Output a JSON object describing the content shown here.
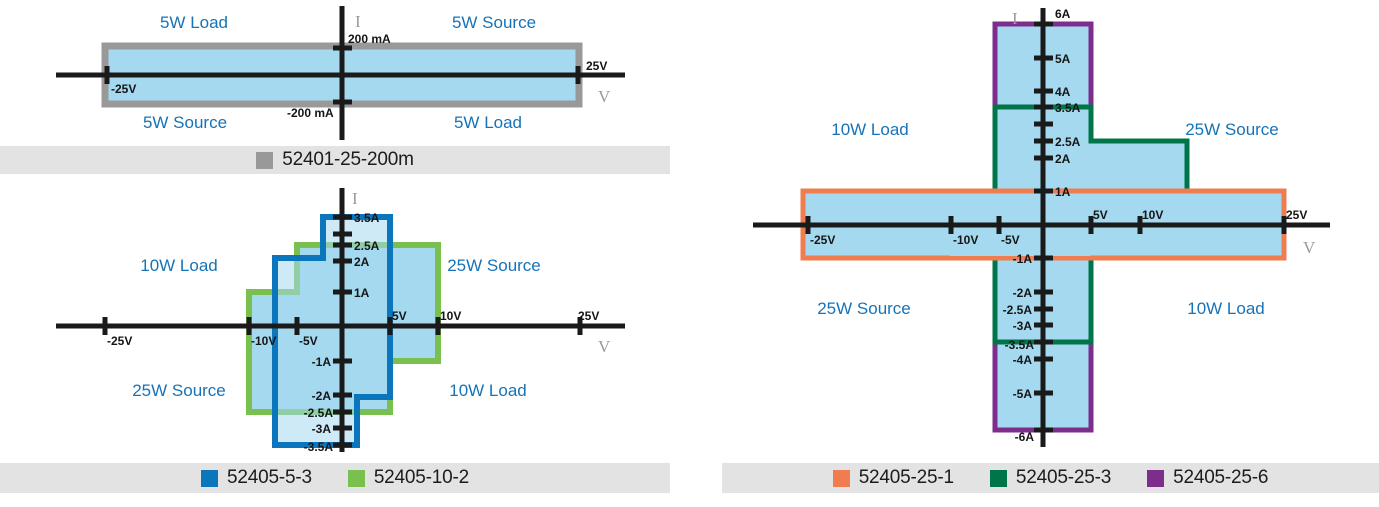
{
  "chart_data": [
    {
      "id": "chart-52401",
      "type": "area",
      "title": "",
      "xlabel": "V",
      "ylabel": "I",
      "xlim": [
        -28,
        28
      ],
      "ylim": [
        -0.28,
        0.28
      ],
      "grid": false,
      "legend_position": "bottom",
      "x_ticks": [
        {
          "value": -25,
          "label": "-25V"
        },
        {
          "value": 25,
          "label": "25V"
        }
      ],
      "y_ticks": [
        {
          "value": 0.2,
          "label": "200 mA"
        },
        {
          "value": -0.2,
          "label": "-200 mA"
        }
      ],
      "quadrant_labels": [
        {
          "text": "5W Load",
          "quadrant": "top-left"
        },
        {
          "text": "5W Source",
          "quadrant": "top-right"
        },
        {
          "text": "5W Source",
          "quadrant": "bottom-left"
        },
        {
          "text": "5W Load",
          "quadrant": "bottom-right"
        }
      ],
      "series": [
        {
          "name": "52401-25-200m",
          "color": "#999999",
          "fill": "#a4d9ef",
          "envelope": [
            {
              "v": -25,
              "i": 0.2
            },
            {
              "v": 25,
              "i": 0.2
            },
            {
              "v": 25,
              "i": -0.2
            },
            {
              "v": -25,
              "i": -0.2
            }
          ]
        }
      ],
      "legend": [
        {
          "label": "52401-25-200m",
          "color": "#999999"
        }
      ]
    },
    {
      "id": "chart-52405-5-10",
      "type": "area",
      "title": "",
      "xlabel": "V",
      "ylabel": "I",
      "xlim": [
        -28,
        28
      ],
      "ylim": [
        -4.0,
        4.0
      ],
      "grid": false,
      "legend_position": "bottom",
      "x_ticks": [
        {
          "value": -25,
          "label": "-25V"
        },
        {
          "value": -10,
          "label": "-10V"
        },
        {
          "value": -5,
          "label": "-5V"
        },
        {
          "value": 5,
          "label": "5V"
        },
        {
          "value": 10,
          "label": "10V"
        },
        {
          "value": 25,
          "label": "25V"
        }
      ],
      "y_ticks": [
        {
          "value": 3.5,
          "label": "3.5A"
        },
        {
          "value": 3.0,
          "label": ""
        },
        {
          "value": 2.5,
          "label": "2.5A"
        },
        {
          "value": 2.0,
          "label": "2A"
        },
        {
          "value": 1.0,
          "label": "1A"
        },
        {
          "value": -1.0,
          "label": "-1A"
        },
        {
          "value": -2.0,
          "label": "-2A"
        },
        {
          "value": -2.5,
          "label": "-2.5A"
        },
        {
          "value": -3.0,
          "label": "-3A"
        },
        {
          "value": -3.5,
          "label": "-3.5A"
        }
      ],
      "quadrant_labels": [
        {
          "text": "10W Load",
          "quadrant": "top-left"
        },
        {
          "text": "25W Source",
          "quadrant": "top-right"
        },
        {
          "text": "25W Source",
          "quadrant": "bottom-left"
        },
        {
          "text": "10W Load",
          "quadrant": "bottom-right"
        }
      ],
      "series": [
        {
          "name": "52405-5-3",
          "color": "#0b76bc",
          "fill": "#a4d9ef",
          "envelope": [
            {
              "v": -2,
              "i": 3.5
            },
            {
              "v": 5,
              "i": 3.5
            },
            {
              "v": 5,
              "i": -2.1
            },
            {
              "v": 1.5,
              "i": -2.1
            },
            {
              "v": 1.5,
              "i": -3.5
            },
            {
              "v": -5,
              "i": -3.5
            },
            {
              "v": -5,
              "i": 2.0
            },
            {
              "v": -2,
              "i": 2.0
            }
          ]
        },
        {
          "name": "52405-10-2",
          "color": "#7ac04f",
          "fill": "#a4d9ef",
          "envelope": [
            {
              "v": -5,
              "i": 2.5
            },
            {
              "v": 10,
              "i": 2.5
            },
            {
              "v": 10,
              "i": -1.05
            },
            {
              "v": 3,
              "i": -1.05
            },
            {
              "v": 3,
              "i": -2.55
            },
            {
              "v": -10,
              "i": -2.55
            },
            {
              "v": -10,
              "i": 1.0
            },
            {
              "v": -5,
              "i": 1.0
            }
          ]
        }
      ],
      "legend": [
        {
          "label": "52405-5-3",
          "color": "#0b76bc"
        },
        {
          "label": "52405-10-2",
          "color": "#7ac04f"
        }
      ]
    },
    {
      "id": "chart-52405-25",
      "type": "area",
      "title": "",
      "xlabel": "V",
      "ylabel": "I",
      "xlim": [
        -28,
        28
      ],
      "ylim": [
        -6.6,
        6.6
      ],
      "grid": false,
      "legend_position": "bottom",
      "x_ticks": [
        {
          "value": -25,
          "label": "-25V"
        },
        {
          "value": -10,
          "label": "-10V"
        },
        {
          "value": -5,
          "label": "-5V"
        },
        {
          "value": 5,
          "label": "5V"
        },
        {
          "value": 10,
          "label": "10V"
        },
        {
          "value": 25,
          "label": "25V"
        }
      ],
      "y_ticks": [
        {
          "value": 6.0,
          "label": "6A"
        },
        {
          "value": 5.0,
          "label": "5A"
        },
        {
          "value": 4.0,
          "label": "4A"
        },
        {
          "value": 3.5,
          "label": "3.5A"
        },
        {
          "value": 3.0,
          "label": ""
        },
        {
          "value": 2.5,
          "label": "2.5A"
        },
        {
          "value": 2.0,
          "label": "2A"
        },
        {
          "value": 1.0,
          "label": "1A"
        },
        {
          "value": -1.0,
          "label": "-1A"
        },
        {
          "value": -2.0,
          "label": "-2A"
        },
        {
          "value": -2.5,
          "label": "-2.5A"
        },
        {
          "value": -3.0,
          "label": "-3A"
        },
        {
          "value": -3.5,
          "label": "-3.5A"
        },
        {
          "value": -4.0,
          "label": "-4A"
        },
        {
          "value": -5.0,
          "label": "-5A"
        },
        {
          "value": -6.0,
          "label": "-6A"
        }
      ],
      "quadrant_labels": [
        {
          "text": "10W Load",
          "quadrant": "top-left"
        },
        {
          "text": "25W Source",
          "quadrant": "top-right"
        },
        {
          "text": "25W Source",
          "quadrant": "bottom-left"
        },
        {
          "text": "10W Load",
          "quadrant": "bottom-right"
        }
      ],
      "series": [
        {
          "name": "52405-25-1",
          "color": "#ef7d4f",
          "fill": "#a4d9ef",
          "envelope": [
            {
              "v": -25,
              "i": 1.0
            },
            {
              "v": 25,
              "i": 1.0
            },
            {
              "v": 25,
              "i": -1.0
            },
            {
              "v": -25,
              "i": -1.0
            }
          ]
        },
        {
          "name": "52405-25-3",
          "color": "#00754a",
          "fill": "#a4d9ef",
          "envelope": [
            {
              "v": -2,
              "i": 3.5
            },
            {
              "v": 5,
              "i": 3.5
            },
            {
              "v": 5,
              "i": 2.5
            },
            {
              "v": 10,
              "i": 2.5
            },
            {
              "v": 10,
              "i": -1.0
            },
            {
              "v": 25,
              "i": -1.0
            },
            {
              "v": 25,
              "i": -1.15
            },
            {
              "v": -10,
              "i": -1.15
            },
            {
              "v": -10,
              "i": -2.55
            },
            {
              "v": 2,
              "i": -2.55
            },
            {
              "v": 2,
              "i": -3.5
            },
            {
              "v": -5,
              "i": -3.5
            },
            {
              "v": -5,
              "i": 1.0
            },
            {
              "v": -2,
              "i": 1.0
            }
          ]
        },
        {
          "name": "52405-25-6",
          "color": "#7d2e8d",
          "fill": "#a4d9ef",
          "envelope": [
            {
              "v": 0,
              "i": 6.0
            },
            {
              "v": 5,
              "i": 6.0
            },
            {
              "v": 5,
              "i": -6.0
            },
            {
              "v": -2,
              "i": -6.0
            },
            {
              "v": -2,
              "i": 6.0
            }
          ]
        }
      ],
      "legend": [
        {
          "label": "52405-25-1",
          "color": "#ef7d4f"
        },
        {
          "label": "52405-25-3",
          "color": "#00754a"
        },
        {
          "label": "52405-25-6",
          "color": "#7d2e8d"
        }
      ]
    }
  ],
  "charts": {
    "top_left": {
      "axis_i": "I",
      "axis_v": "V",
      "labels": {
        "tl": "5W Load",
        "tr": "5W Source",
        "bl": "5W Source",
        "br": "5W Load",
        "v_neg": "-25V",
        "v_pos": "25V",
        "i_pos": "200 mA",
        "i_neg": "-200 mA"
      },
      "legend": [
        {
          "label": "52401-25-200m",
          "color": "#999999"
        }
      ]
    },
    "bottom_left": {
      "axis_i": "I",
      "axis_v": "V",
      "labels": {
        "tl": "10W Load",
        "tr": "25W Source",
        "bl": "25W Source",
        "br": "10W Load",
        "v_n25": "-25V",
        "v_n10": "-10V",
        "v_n5": "-5V",
        "v_p5": "5V",
        "v_p10": "10V",
        "v_p25": "25V",
        "i_3_5": "3.5A",
        "i_2_5": "2.5A",
        "i_2": "2A",
        "i_1": "1A",
        "i_n1": "-1A",
        "i_n2": "-2A",
        "i_n2_5": "-2.5A",
        "i_n3": "-3A",
        "i_n3_5": "-3.5A"
      },
      "legend": [
        {
          "label": "52405-5-3",
          "color": "#0b76bc"
        },
        {
          "label": "52405-10-2",
          "color": "#7ac04f"
        }
      ]
    },
    "right": {
      "axis_i": "I",
      "axis_v": "V",
      "labels": {
        "tl": "10W Load",
        "tr": "25W Source",
        "bl": "25W Source",
        "br": "10W Load",
        "v_n25": "-25V",
        "v_n10": "-10V",
        "v_n5": "-5V",
        "v_p5": "5V",
        "v_p10": "10V",
        "v_p25": "25V",
        "i_6": "6A",
        "i_5": "5A",
        "i_4": "4A",
        "i_3_5": "3.5A",
        "i_2_5": "2.5A",
        "i_2": "2A",
        "i_1": "1A",
        "i_n1": "-1A",
        "i_n2": "-2A",
        "i_n2_5": "-2.5A",
        "i_n3": "-3A",
        "i_n3_5": "-3.5A",
        "i_n4": "-4A",
        "i_n5": "-5A",
        "i_n6": "-6A"
      },
      "legend": [
        {
          "label": "52405-25-1",
          "color": "#ef7d4f"
        },
        {
          "label": "52405-25-3",
          "color": "#00754a"
        },
        {
          "label": "52405-25-6",
          "color": "#7d2e8d"
        }
      ]
    }
  },
  "palette": {
    "fill": "#a4d9ef",
    "axis": "#1a1a1a",
    "quadrant_text": "#1673b8",
    "legend_bg": "#e3e3e3",
    "gray": "#999999",
    "blue": "#0b76bc",
    "green": "#7ac04f",
    "orange": "#ef7d4f",
    "dark_green": "#00754a",
    "purple": "#7d2e8d"
  }
}
